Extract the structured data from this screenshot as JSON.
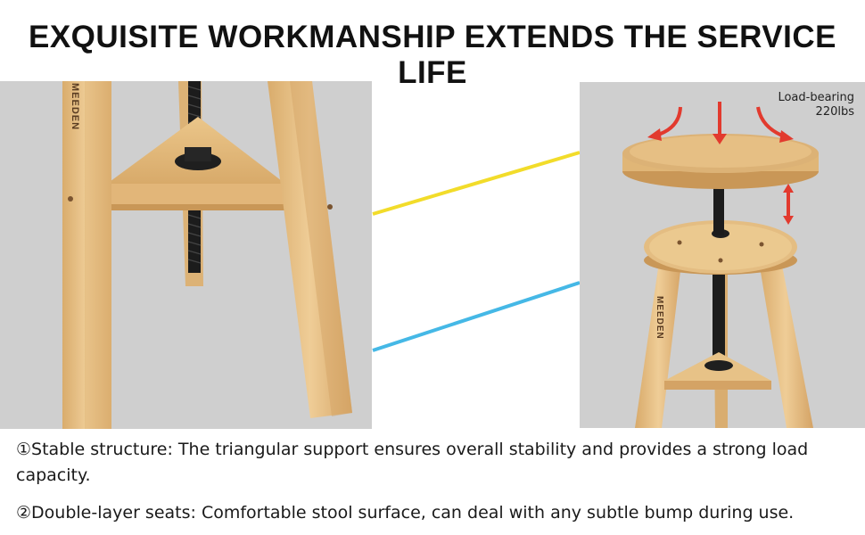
{
  "headline": "EXQUISITE WORKMANSHIP EXTENDS THE SERVICE LIFE",
  "brand_mark": "MEEDEN",
  "load_label": {
    "line1": "Load-bearing",
    "line2": "220lbs"
  },
  "captions": [
    "①Stable structure: The triangular support ensures overall stability and provides a strong load capacity.",
    "②Double-layer seats: Comfortable stool surface, can deal with any subtle bump during use."
  ],
  "colors": {
    "connector_top": "#f2dc2a",
    "connector_bottom": "#45b8e6",
    "arrow": "#e23a2e",
    "wood": "#e6bf84",
    "photo_bg": "#cfcfcf"
  }
}
